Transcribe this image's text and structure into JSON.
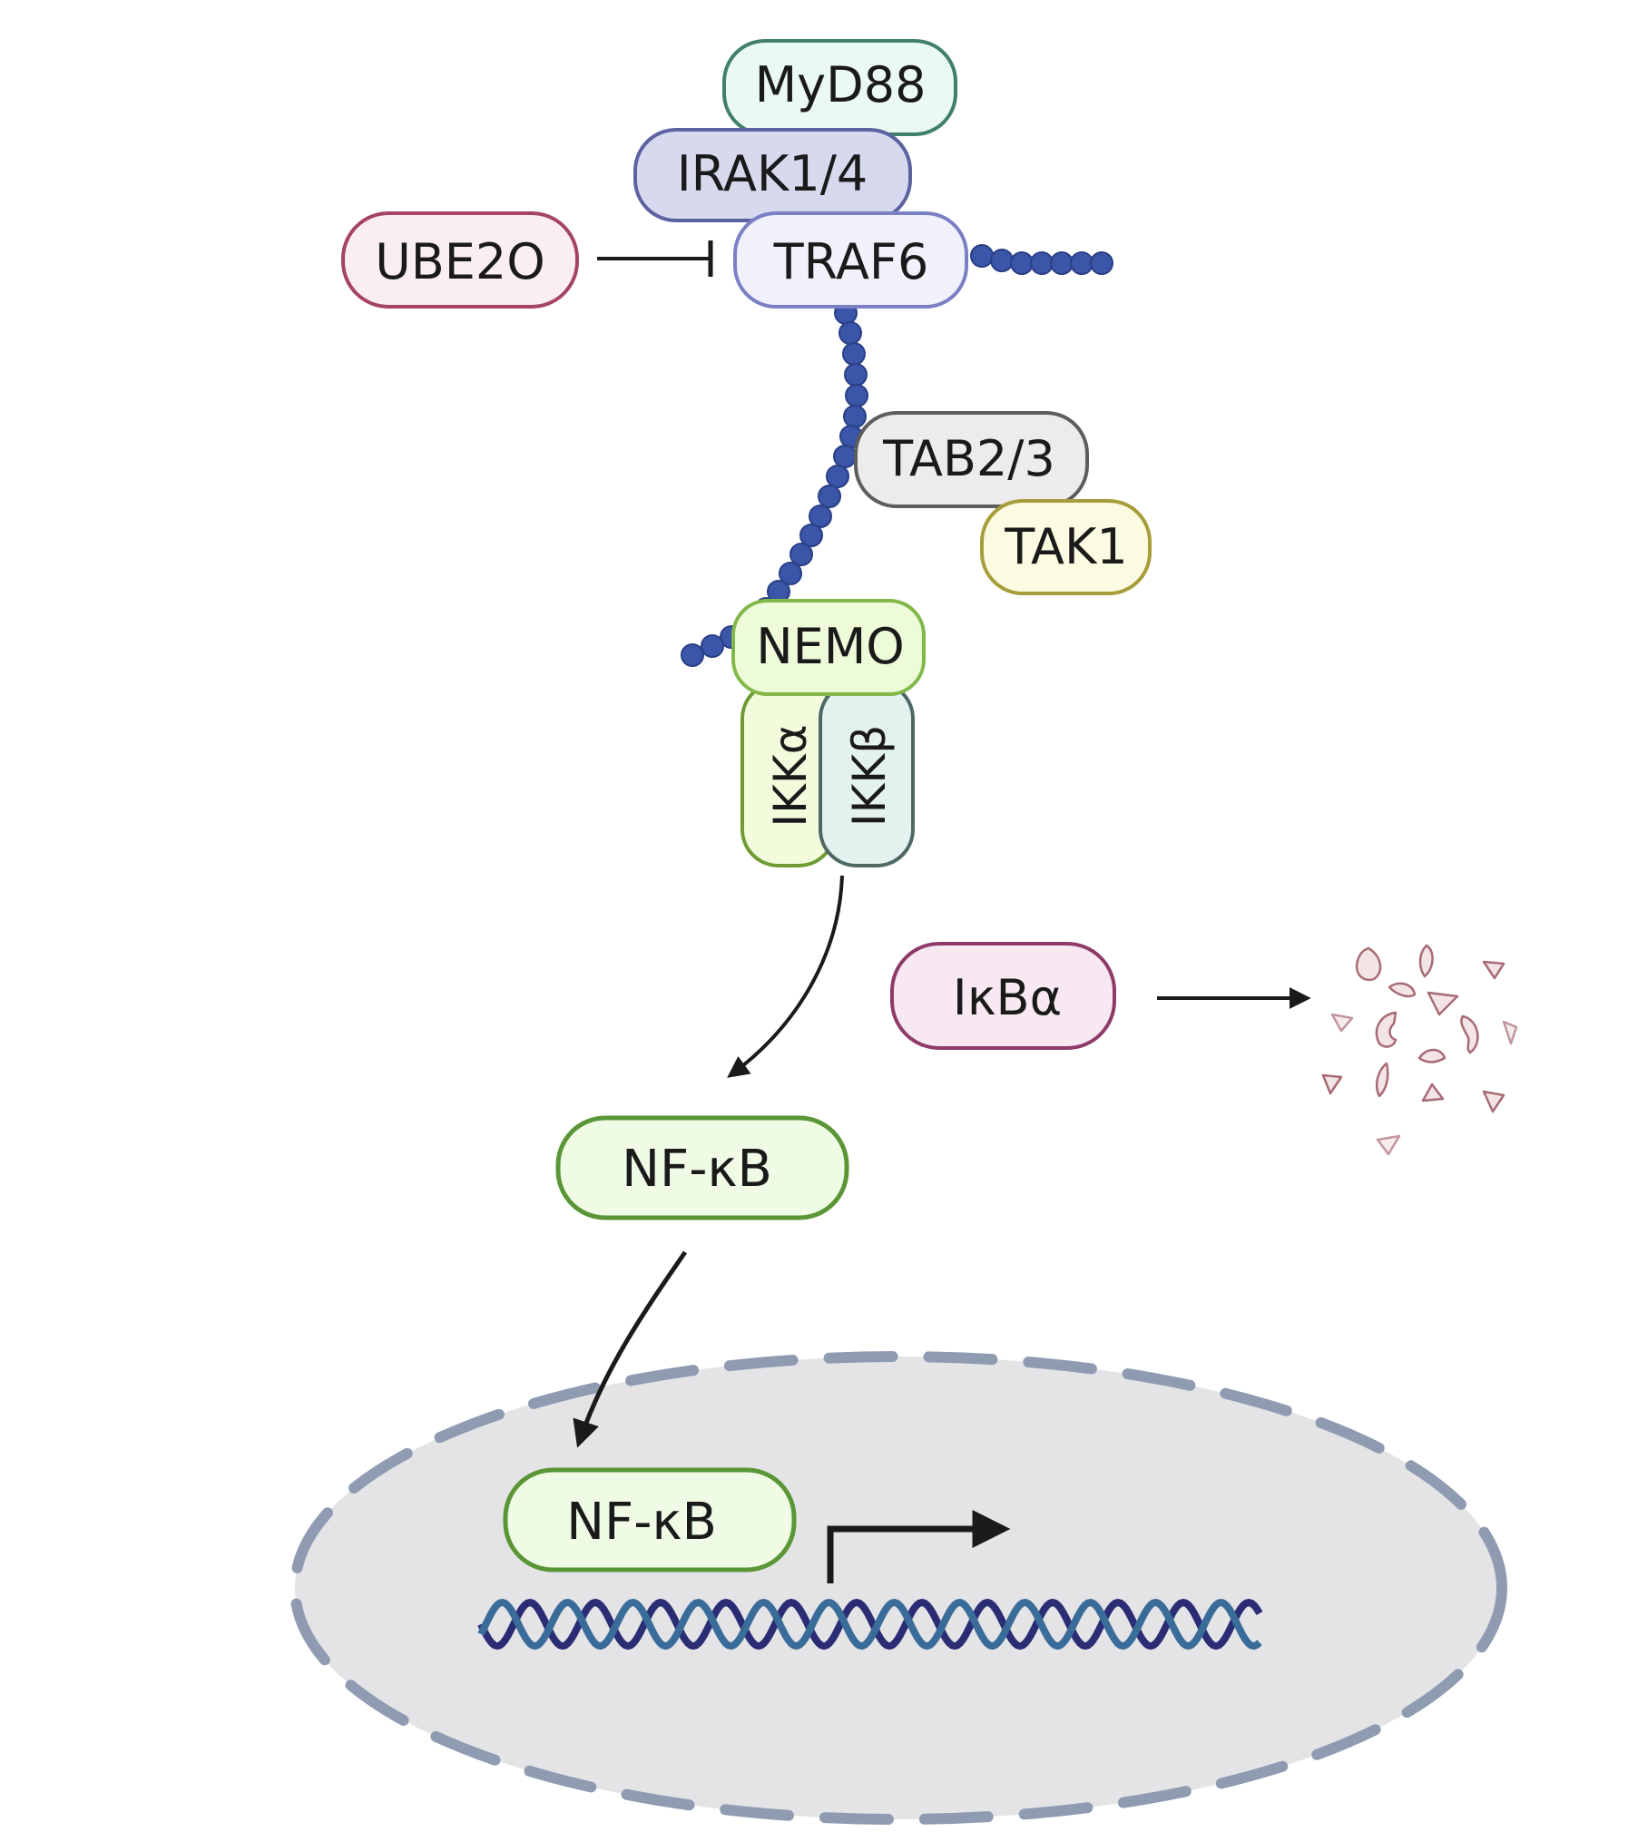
{
  "diagram": {
    "proteins": {
      "myd88": {
        "label": "MyD88",
        "fill": "#ebf9f3",
        "stroke": "#3f7f6c"
      },
      "irak": {
        "label": "IRAK1/4",
        "fill": "#d7daef",
        "stroke": "#5b629f"
      },
      "ube2o": {
        "label": "UBE2O",
        "fill": "#fbeef2",
        "stroke": "#a54461"
      },
      "traf6": {
        "label": "TRAF6",
        "fill": "#f1f1fb",
        "stroke": "#7b80c4"
      },
      "tab23": {
        "label": "TAB2/3",
        "fill": "#ececec",
        "stroke": "#5d5d5d"
      },
      "tak1": {
        "label": "TAK1",
        "fill": "#fbfbe2",
        "stroke": "#a89d3b"
      },
      "nemo": {
        "label": "NEMO",
        "fill": "#eefbd9",
        "stroke": "#82b84a"
      },
      "ikka": {
        "label": "IKKα",
        "fill": "#f3fbdd",
        "stroke": "#6e9c33"
      },
      "ikkb": {
        "label": "IKKβ",
        "fill": "#e3f1ef",
        "stroke": "#4e6863"
      },
      "ikba": {
        "label": "IκBα",
        "fill": "#f7e8f1",
        "stroke": "#8f3b69"
      },
      "nfkb_cyto": {
        "label": "NF-κB",
        "fill": "#effbe5",
        "stroke": "#5a9636"
      },
      "nfkb_nuc": {
        "label": "NF-κB",
        "fill": "#effbe5",
        "stroke": "#5a9636"
      }
    },
    "colors": {
      "ubiquitin": "#3b55a8",
      "nucleus_fill": "#e4e4e7",
      "nucleus_border": "#8e9bb1",
      "dna_strand_a": "#2a2c74",
      "dna_strand_b": "#3a6c9a",
      "fragment_fill": "#f3e4e6",
      "fragment_stroke": "#a86b74",
      "arrow": "#1a1a1a"
    }
  }
}
